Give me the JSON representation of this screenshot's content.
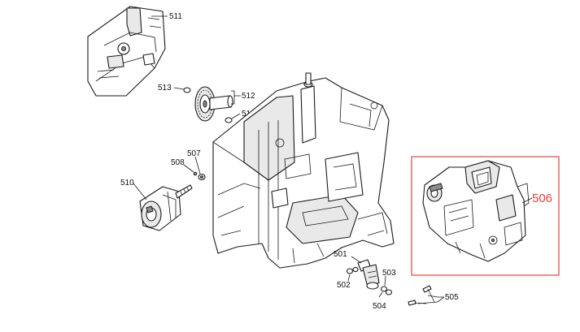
{
  "parts": {
    "p511": "511",
    "p513a": "513",
    "p512": "512",
    "p513b": "513",
    "p507": "507",
    "p508": "508",
    "p510": "510",
    "p501": "501",
    "p502": "502",
    "p503": "503",
    "p504": "504",
    "p505": "505",
    "p506": "506"
  },
  "colors": {
    "highlight": "#e8413a",
    "line": "#1a1a1a"
  }
}
